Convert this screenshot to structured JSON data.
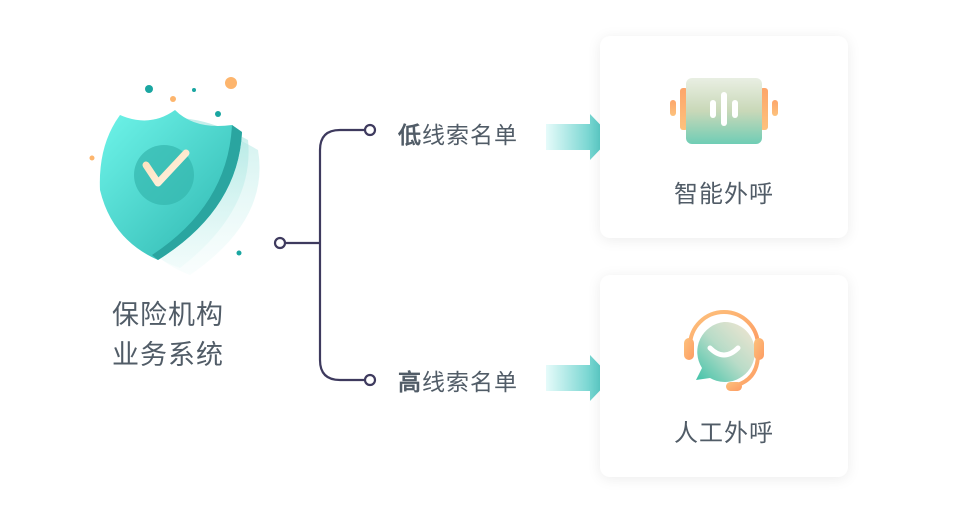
{
  "source": {
    "label_line1": "保险机构",
    "label_line2": "业务系统",
    "icon": "shield-check-icon"
  },
  "branches": [
    {
      "emphasis": "低",
      "rest": "线索名单",
      "target": "智能外呼",
      "target_icon": "voice-wave-icon"
    },
    {
      "emphasis": "高",
      "rest": "线索名单",
      "target": "人工外呼",
      "target_icon": "headset-chat-icon"
    }
  ],
  "colors": {
    "teal": "#3cc4bd",
    "teal_light": "#6ff0e6",
    "orange": "#fdb56d",
    "line": "#3e3a5e",
    "text": "#515c67"
  }
}
